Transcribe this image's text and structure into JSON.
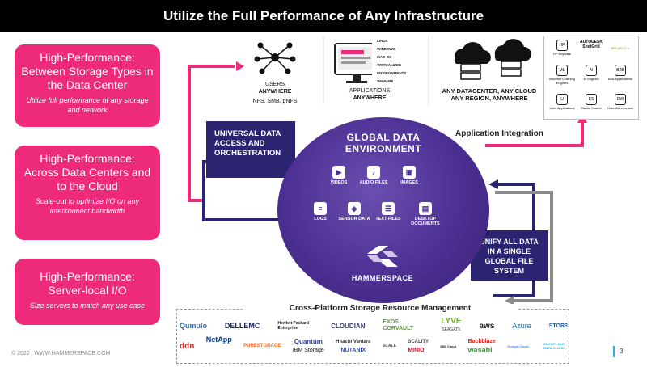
{
  "title": "Utilize the Full Performance of Any Infrastructure",
  "cards": [
    {
      "heading": "High-Performance:",
      "subheading": "Between Storage Types in the Data Center",
      "detail": "Utilize full performance of any storage and network"
    },
    {
      "heading": "High-Performance:",
      "subheading": "Across Data Centers and to the Cloud",
      "detail": "Scale-out to optimize I/O on any interconnect bandwidth"
    },
    {
      "heading": "High-Performance:",
      "subheading": "Server-local I/O",
      "detail": "Size servers to match any use case"
    }
  ],
  "top": {
    "users": {
      "line1": "USERS",
      "line2": "ANYWHERE",
      "protocols": "NFS, SMB, pNFS"
    },
    "apps": {
      "line1": "APPLICATIONS",
      "line2": "ANYWHERE",
      "os": [
        "LINUX",
        "WINDOWS",
        "MAC OS",
        "VIRTUALIZED ENVIRONMENTS",
        "VMWARE"
      ]
    },
    "datacenter": {
      "line1": "ANY DATACENTER, ANY CLOUD",
      "line2": "ANY REGION, ANYWHERE"
    },
    "apps_panel": [
      {
        "icon": "HP",
        "label": "HP Anyware"
      },
      {
        "icon": "AUTODESK ShotGrid",
        "label": ""
      },
      {
        "icon": "PROJECT-X",
        "label": ""
      },
      {
        "icon": "ML",
        "label": "Machine Learning Engines"
      },
      {
        "icon": "AI",
        "label": "AI Engines"
      },
      {
        "icon": "B2B",
        "label": "B2B Applications"
      },
      {
        "icon": "U",
        "label": "User Applications"
      },
      {
        "icon": "ES",
        "label": "Elastic Search"
      },
      {
        "icon": "DW",
        "label": "Data Warehouses"
      }
    ]
  },
  "boxes": {
    "universal": "UNIVERSAL DATA ACCESS AND ORCHESTRATION",
    "unify": "UNIFY ALL DATA IN A SINGLE GLOBAL FILE SYSTEM",
    "integration": "Application Integration"
  },
  "globe": {
    "title_line1": "GLOBAL DATA",
    "title_line2": "ENVIRONMENT",
    "items": [
      {
        "icon": "▶",
        "label": "VIDEOS"
      },
      {
        "icon": "♪",
        "label": "AUDIO FILES"
      },
      {
        "icon": "▣",
        "label": "IMAGES"
      },
      {
        "icon": "≡",
        "label": "LOGS"
      },
      {
        "icon": "◈",
        "label": "SENSOR DATA"
      },
      {
        "icon": "☰",
        "label": "TEXT FILES"
      },
      {
        "icon": "▤",
        "label": "DESKTOP DOCUMENTS"
      }
    ],
    "brand": "HAMMERSPACE"
  },
  "bottom": {
    "title": "Cross-Platform Storage Resource Management",
    "row1": [
      {
        "name": "Qumulo",
        "color": "#2a6fb5"
      },
      {
        "name": "DELLEMC",
        "color": "#1b2a5e"
      },
      {
        "name": "Hewlett Packard Enterprise",
        "color": "#1b1b1b"
      },
      {
        "name": "CLOUDIAN",
        "color": "#3b3b6e"
      },
      {
        "name": "EXOS CORVAULT",
        "color": "#5a9a3a"
      },
      {
        "name": "LYVE",
        "color": "#6ab023"
      },
      {
        "name": "aws",
        "color": "#222222"
      },
      {
        "name": "Azure",
        "color": "#0078d4"
      },
      {
        "name": "STOR3",
        "color": "#1f5da8"
      }
    ],
    "row2": [
      {
        "name": "ddn",
        "color": "#d9261c"
      },
      {
        "name": "NetApp",
        "color": "#0a3d8f"
      },
      {
        "name": "PURESTORAGE",
        "color": "#f26522"
      },
      {
        "name": "Quantum",
        "color": "#2a3b8f"
      },
      {
        "name": "IBM Storage",
        "color": "#1b1b1b"
      },
      {
        "name": "Hitachi Vantara",
        "color": "#333333"
      },
      {
        "name": "NUTANIX",
        "color": "#3a4fb5"
      },
      {
        "name": "SCALE",
        "color": "#555555"
      },
      {
        "name": "SCALITY",
        "color": "#444444"
      },
      {
        "name": "MINIO",
        "color": "#c8102e"
      },
      {
        "name": "IBM Cloud",
        "color": "#1b1b1b"
      },
      {
        "name": "Backblaze",
        "color": "#d9261c"
      },
      {
        "name": "wasabi",
        "color": "#2f9c2f"
      },
      {
        "name": "Google Cloud",
        "color": "#4285f4"
      },
      {
        "name": "SNOWFLAKE DATA CLOUD",
        "color": "#29b5e8"
      }
    ],
    "seagate": "SEAGATE"
  },
  "footer": {
    "copyright": "© 2022  |  WWW.HAMMERSPACE.COM",
    "page": "3"
  },
  "colors": {
    "pink": "#ee2a7b",
    "navy": "#2b2470",
    "purple": "#4b2f92",
    "gray": "#8a8a8a"
  }
}
